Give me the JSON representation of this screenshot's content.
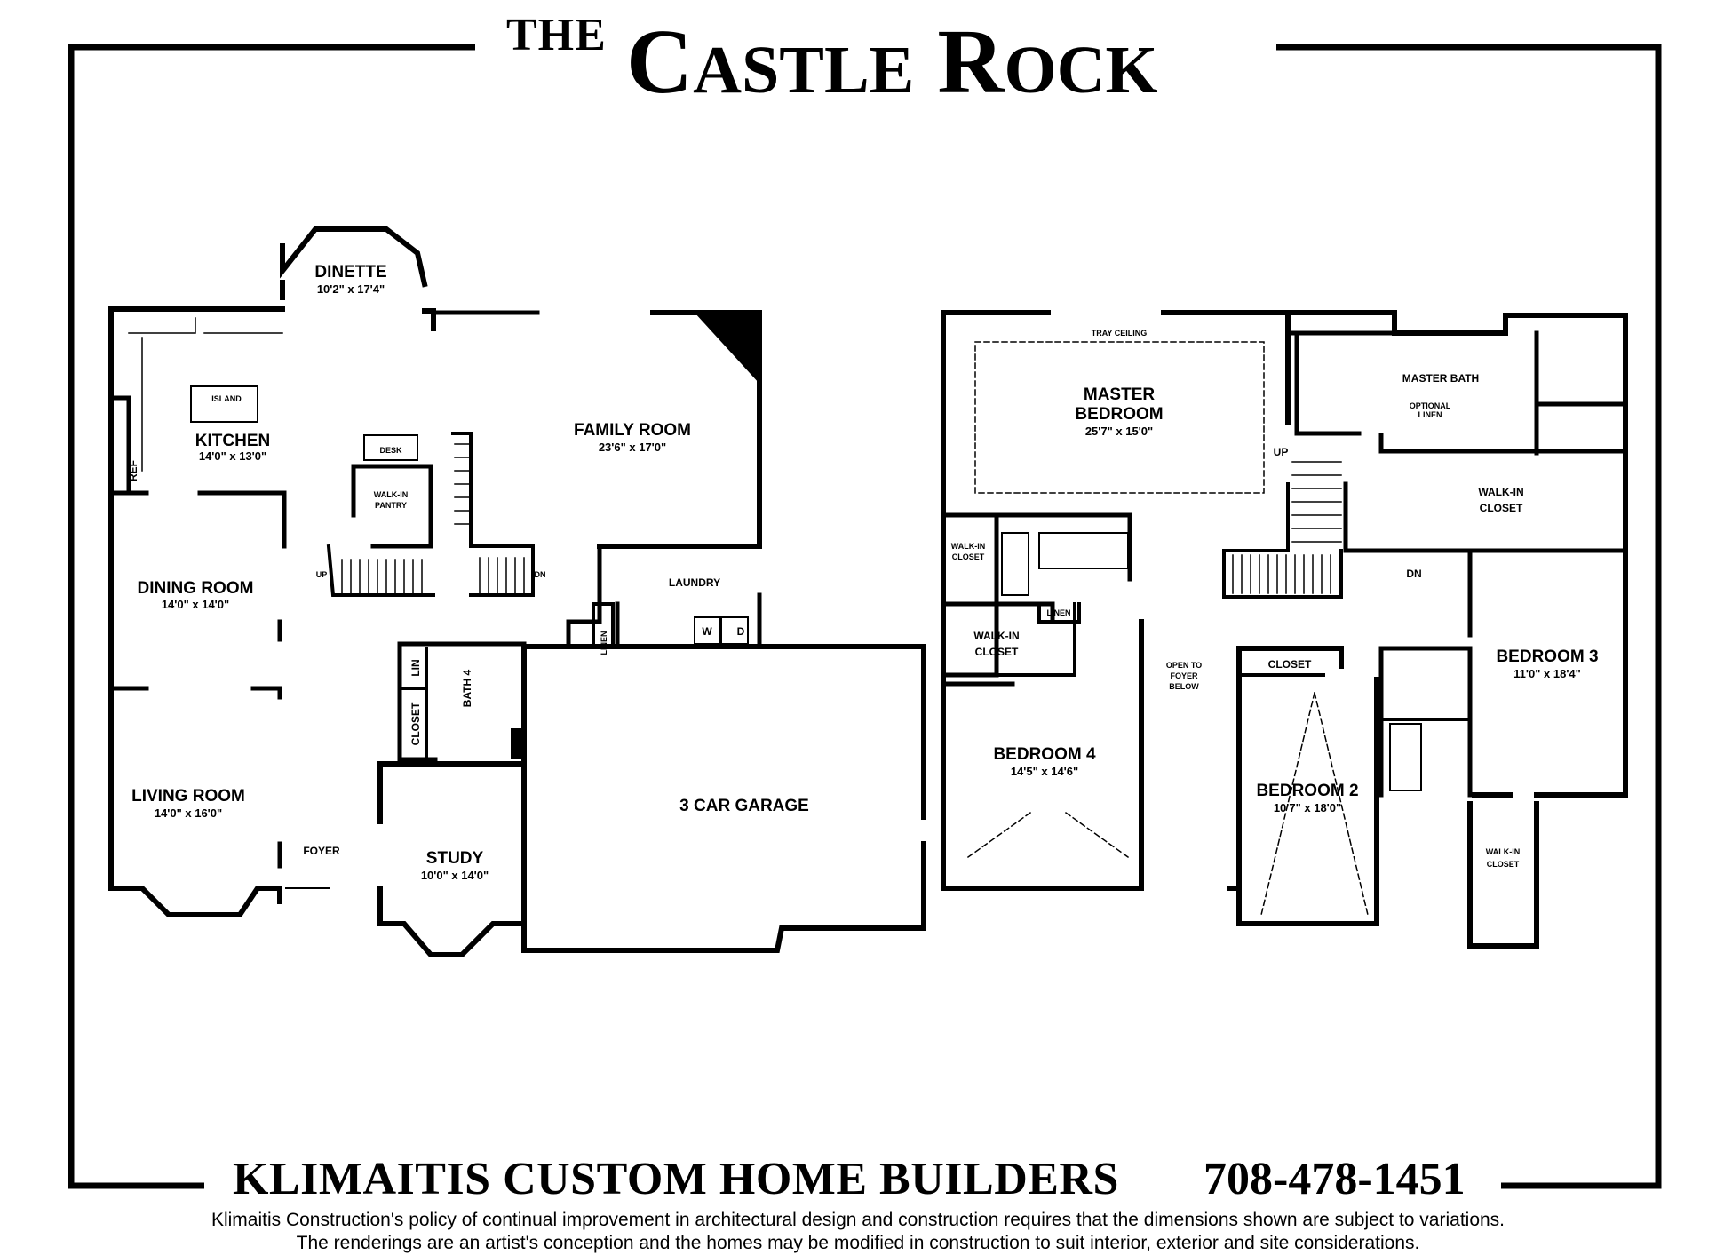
{
  "header": {
    "title_prefix": "THE",
    "title_c": "C",
    "title_astle": "ASTLE",
    "title_r": "R",
    "title_ock": "OCK"
  },
  "first_floor": {
    "dinette": {
      "label": "DINETTE",
      "dims": "10'2\" x 17'4\""
    },
    "island": "ISLAND",
    "kitchen": {
      "label": "KITCHEN",
      "dims": "14'0\" x 13'0\""
    },
    "ref": "REF",
    "desk": "DESK",
    "pantry": [
      "WALK-IN",
      "PANTRY"
    ],
    "family_room": {
      "label": "FAMILY ROOM",
      "dims": "23'6\" x 17'0\""
    },
    "dining_room": {
      "label": "DINING ROOM",
      "dims": "14'0\" x 14'0\""
    },
    "up": "UP",
    "dn": "DN",
    "laundry": "LAUNDRY",
    "linen": "LINEN",
    "washer": "W",
    "dryer": "D",
    "lin": "LIN",
    "bath4": "BATH 4",
    "closet": "CLOSET",
    "garage": "3 CAR GARAGE",
    "living_room": {
      "label": "LIVING ROOM",
      "dims": "14'0\" x 16'0\""
    },
    "foyer": "FOYER",
    "study": {
      "label": "STUDY",
      "dims": "10'0\" x 14'0\""
    }
  },
  "second_floor": {
    "tray_ceiling": "TRAY CEILING",
    "master_bedroom": {
      "label1": "MASTER",
      "label2": "BEDROOM",
      "dims": "25'7\" x 15'0\""
    },
    "master_bath": "MASTER BATH",
    "optional_linen": [
      "OPTIONAL",
      "LINEN"
    ],
    "up": "UP",
    "walkin_closet_master": [
      "WALK-IN",
      "CLOSET"
    ],
    "walkin_closet_small": [
      "WALK-IN",
      "CLOSET"
    ],
    "linen": "LINEN",
    "dn": "DN",
    "walkin_closet_b4": [
      "WALK-IN",
      "CLOSET"
    ],
    "open_to_foyer": [
      "OPEN TO",
      "FOYER",
      "BELOW"
    ],
    "closet_b2": "CLOSET",
    "bedroom3": {
      "label": "BEDROOM 3",
      "dims": "11'0\" x 18'4\""
    },
    "bedroom4": {
      "label": "BEDROOM 4",
      "dims": "14'5\" x 14'6\""
    },
    "bedroom2": {
      "label": "BEDROOM 2",
      "dims": "10'7\" x 18'0\""
    },
    "walkin_closet_b3": [
      "WALK-IN",
      "CLOSET"
    ]
  },
  "footer": {
    "builder": "KLIMAITIS CUSTOM HOME BUILDERS",
    "phone": "708-478-1451",
    "disclaimer_line1": "Klimaitis Construction's policy of continual improvement in architectural design and construction requires that the dimensions shown are subject to variations.",
    "disclaimer_line2": "The renderings are an artist's conception and the homes may be modified in construction to suit interior, exterior and site considerations."
  }
}
